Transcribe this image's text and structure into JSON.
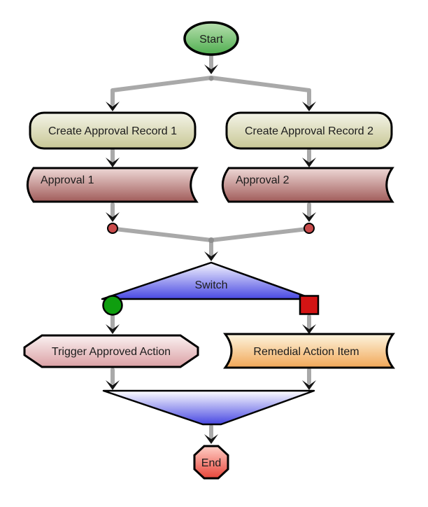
{
  "diagram": {
    "background": "#ffffff",
    "text_color": "#1c1c1c",
    "node_stroke": "#000000",
    "connector": {
      "line_color": "#a9a9a9",
      "arrowhead_color": "#141414",
      "junction_dot_color": "#8f8f8f",
      "branch_dot_fill": "#c94b4b",
      "branch_dot_stroke": "#000000"
    },
    "nodes": {
      "start": {
        "label": "Start",
        "shape": "ellipse",
        "fill_top": "#b9e0b0",
        "fill_bottom": "#4fae4f"
      },
      "create_record_1": {
        "label": "Create Approval Record 1",
        "shape": "rounded-rectangle",
        "fill_top": "#f4f4e8",
        "fill_bottom": "#c8c795"
      },
      "create_record_2": {
        "label": "Create Approval Record 2",
        "shape": "rounded-rectangle",
        "fill_top": "#f4f4e8",
        "fill_bottom": "#c8c795"
      },
      "approval_1": {
        "label": "Approval 1",
        "shape": "stored-data",
        "fill_top": "#eed8d6",
        "fill_bottom": "#a15c5a"
      },
      "approval_2": {
        "label": "Approval 2",
        "shape": "stored-data",
        "fill_top": "#eed8d6",
        "fill_bottom": "#a15c5a"
      },
      "switch": {
        "label": "Switch",
        "shape": "triangle",
        "fill_top": "#f6f6ff",
        "fill_bottom": "#4848e2"
      },
      "approved_marker": {
        "shape": "circle",
        "fill": "#0f9e0f"
      },
      "rejected_marker": {
        "shape": "square",
        "fill": "#d31414"
      },
      "trigger_approved_action": {
        "label": "Trigger Approved Action",
        "shape": "elongated-octagon",
        "fill_top": "#faf1f1",
        "fill_bottom": "#dba0a4"
      },
      "remedial_action_item": {
        "label": "Remedial Action Item",
        "shape": "tape",
        "fill_top": "#fdf5df",
        "fill_bottom": "#f1a757"
      },
      "merge": {
        "shape": "inverted-triangle",
        "fill_top": "#ffffff",
        "fill_bottom": "#4848e2"
      },
      "end": {
        "label": "End",
        "shape": "octagon",
        "fill_top": "#ffcfc7",
        "fill_bottom": "#e8463a"
      }
    }
  }
}
